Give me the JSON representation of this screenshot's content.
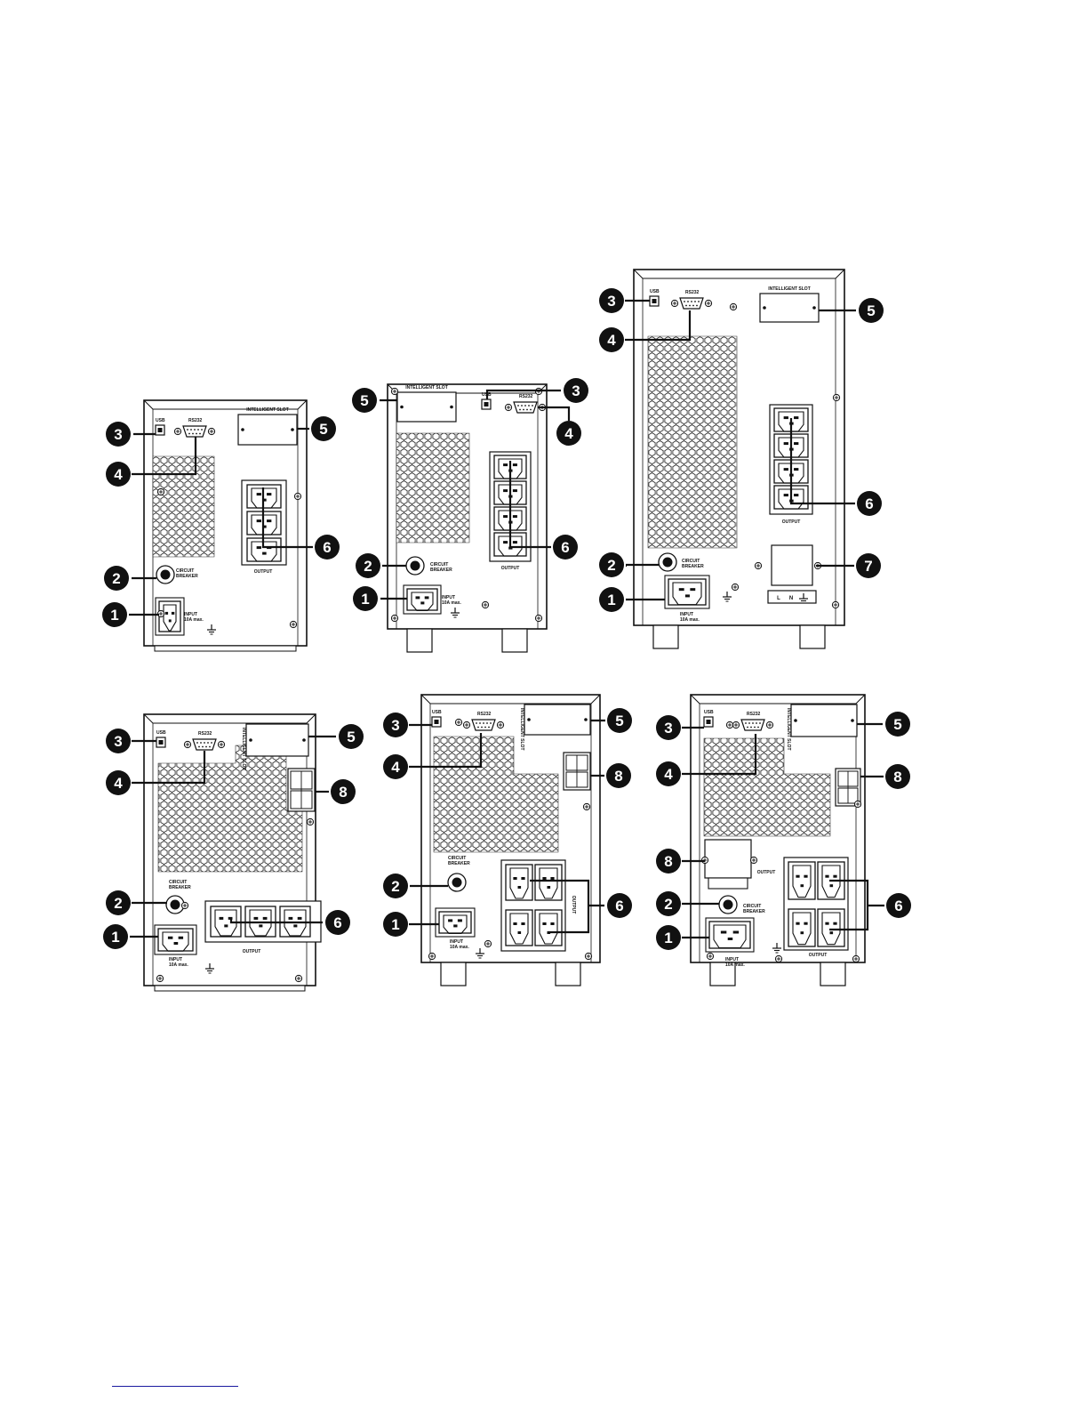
{
  "colors": {
    "ink": "#111111",
    "paper": "#ffffff",
    "grid": "#222222",
    "rule": "#1a1aa0"
  },
  "labels": {
    "usb": "USB",
    "rs232": "RS232",
    "intelligent_slot": "INTELLIGENT SLOT",
    "output": "OUTPUT",
    "circuit": "CIRCUIT",
    "breaker": "BREAKER",
    "input": "INPUT",
    "input_rating": "10A max.",
    "terminal_l": "L",
    "terminal_n": "N"
  },
  "callouts": {
    "input_socket": "1",
    "circuit_breaker": "2",
    "usb_port": "3",
    "rs232_port": "4",
    "intelligent_slot": "5",
    "output_sockets": "6",
    "terminal_block": "7",
    "battery_connector": "8"
  },
  "panels": [
    {
      "name": "unit-a",
      "callouts": [
        "3",
        "4",
        "5",
        "6",
        "2",
        "1"
      ]
    },
    {
      "name": "unit-b",
      "callouts": [
        "5",
        "3",
        "4",
        "6",
        "2",
        "1"
      ]
    },
    {
      "name": "unit-c",
      "callouts": [
        "3",
        "4",
        "5",
        "6",
        "2",
        "7",
        "1"
      ]
    },
    {
      "name": "unit-d",
      "callouts": [
        "3",
        "5",
        "4",
        "8",
        "2",
        "6",
        "1"
      ]
    },
    {
      "name": "unit-e",
      "callouts": [
        "3",
        "5",
        "4",
        "8",
        "2",
        "6",
        "1"
      ]
    },
    {
      "name": "unit-f",
      "callouts": [
        "3",
        "5",
        "4",
        "8",
        "8",
        "6",
        "2",
        "1"
      ]
    }
  ]
}
